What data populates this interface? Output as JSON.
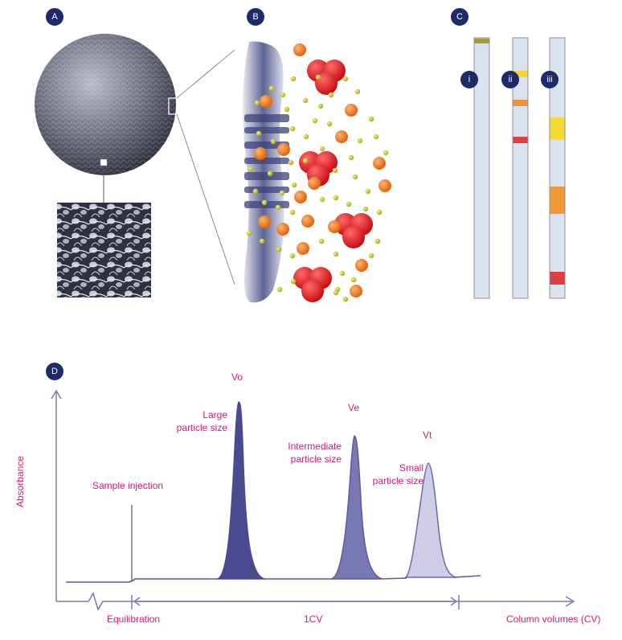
{
  "panels": {
    "a": {
      "badge": "A"
    },
    "b": {
      "badge": "B"
    },
    "c": {
      "badge": "C",
      "columns": [
        {
          "label": "i",
          "bands": []
        },
        {
          "label": "ii",
          "bands": [
            "#f6d21a",
            "#f08a20",
            "#e12b2b"
          ]
        },
        {
          "label": "iii",
          "bands": [
            "#f8d91a",
            "#f3901f",
            "#e02a2a"
          ]
        }
      ]
    },
    "d": {
      "badge": "D"
    }
  },
  "chromatogram": {
    "y_axis_label": "Absorbance",
    "x_axis_label": "Column volumes (CV)",
    "equilibration_label": "Equilibration",
    "cv_label": "1CV",
    "injection_label": "Sample injection",
    "peaks": [
      {
        "name": "Vo",
        "desc_line1": "Large",
        "desc_line2": "particle size",
        "fill": "#4a4a8e"
      },
      {
        "name": "Ve",
        "desc_line1": "Intermediate",
        "desc_line2": "particle size",
        "fill": "#7a78b2"
      },
      {
        "name": "Vt",
        "desc_line1": "Small",
        "desc_line2": "particle size",
        "fill": "#cfcde6"
      }
    ],
    "colors": {
      "axis": "#7a7ab4",
      "label": "#d4187a",
      "badge": "#1f2a6b"
    }
  }
}
